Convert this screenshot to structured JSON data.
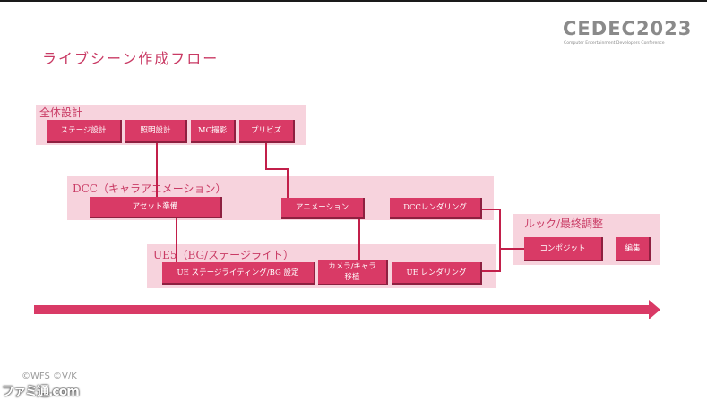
{
  "title": "ライブシーン作成フロー",
  "logo": {
    "main": "CEDEC2023",
    "sub": "Computer Entertainment Developers Conference"
  },
  "groups": {
    "zentai": {
      "label": "全体設計",
      "items": [
        "ステージ設計",
        "照明設計",
        "MC撮影",
        "プリビズ"
      ]
    },
    "dcc": {
      "label": "DCC（キャラアニメーション）",
      "items": [
        "アセット準備",
        "アニメーション",
        "DCCレンダリング"
      ]
    },
    "ue5": {
      "label": "UE5（BG/ステージライト）",
      "items": [
        "UE ステージライティング/BG 設定",
        "カメラ/キャラ\n移植",
        "UE レンダリング"
      ]
    },
    "look": {
      "label": "ルック/最終調整",
      "items": [
        "コンポジット",
        "編集"
      ]
    }
  },
  "footer": "©WFS ©V/K",
  "watermark": "ファミ通.com",
  "colors": {
    "accent": "#d93a66",
    "group_bg": "#f7d3dd",
    "line": "#c21f4a"
  }
}
